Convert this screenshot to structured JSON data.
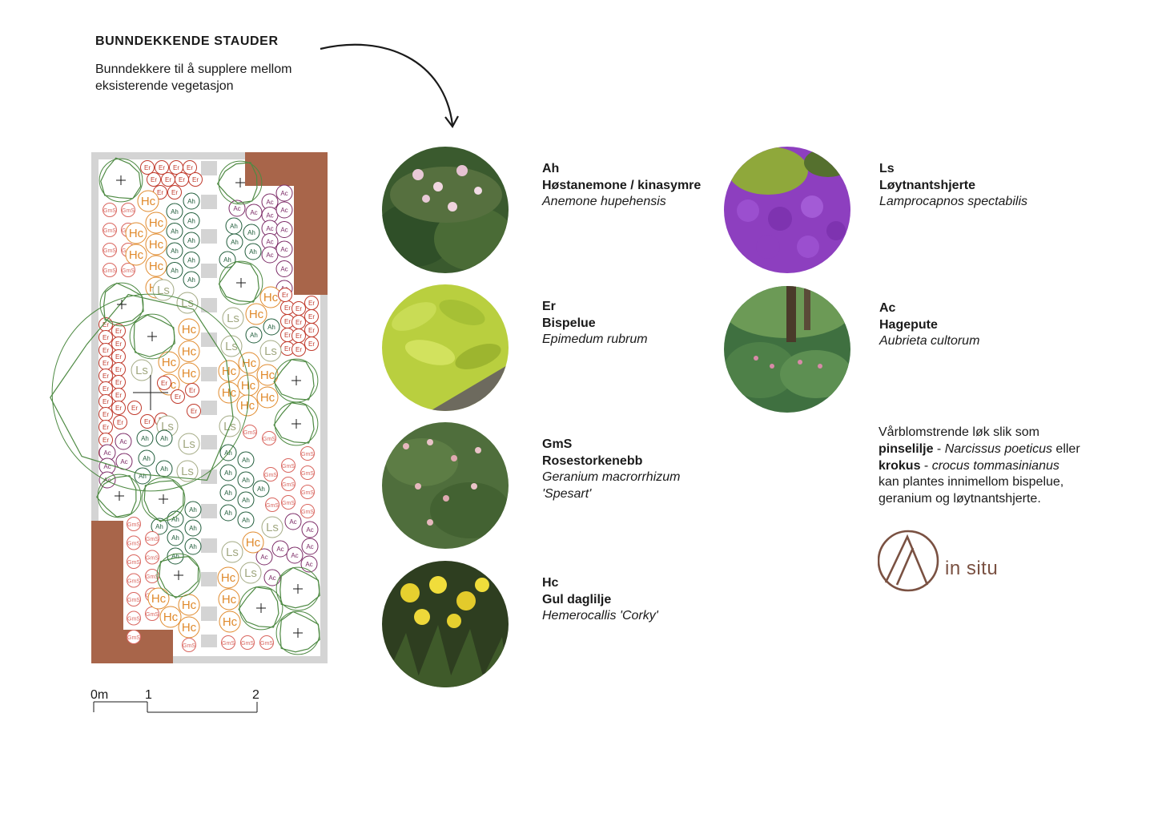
{
  "header": {
    "title": "BUNNDEKKENDE STAUDER",
    "subtitle": "Bunndekkere til å supplere mellom eksisterende vegetasjon"
  },
  "scale_bar": {
    "labels": [
      "0m",
      "1",
      "2"
    ]
  },
  "plan_labels": {
    "Ah": "Ah",
    "Er": "Er",
    "GmS": "GmS",
    "Hc": "Hc",
    "Ls": "Ls",
    "Ac": "Ac"
  },
  "plants": [
    {
      "code": "Ah",
      "common": "Høstanemone / kinasymre",
      "latin": "Anemone hupehensis",
      "latin2": ""
    },
    {
      "code": "Er",
      "common": "Bispelue",
      "latin": "Epimedum rubrum",
      "latin2": ""
    },
    {
      "code": "GmS",
      "common": "Rosestorkenebb",
      "latin": "Geranium macrorrhizum",
      "latin2": "'Spesart'"
    },
    {
      "code": "Hc",
      "common": "Gul daglilje",
      "latin": "Hemerocallis 'Corky'",
      "latin2": ""
    },
    {
      "code": "Ls",
      "common": "Løytnantshjerte",
      "latin": "Lamprocapnos spectabilis",
      "latin2": ""
    },
    {
      "code": "Ac",
      "common": "Hagepute",
      "latin": "Aubrieta cultorum",
      "latin2": ""
    }
  ],
  "bulb_note": {
    "intro": "Vårblomstrende løk slik som",
    "item1_name": "pinselilje",
    "sep1": " - ",
    "item1_latin": "Narcissus poeticus",
    "item1_after": " eller",
    "item2_name": "krokus",
    "sep2": " - ",
    "item2_latin": "crocus tommasinianus",
    "outro": "kan plantes innimellom bispelue, geranium og løytnantshjerte."
  },
  "logo": {
    "text": "in situ"
  },
  "colors": {
    "Ah": "#1f5c3a",
    "Er": "#c0392b",
    "GmS": "#d9665f",
    "Hc": "#e08a2c",
    "Ls": "#a2a982",
    "Ac": "#7b2a66",
    "tree": "#4e8a43",
    "brick": "#a8654a",
    "paving": "#d4d4d4",
    "logo": "#7a5142"
  }
}
